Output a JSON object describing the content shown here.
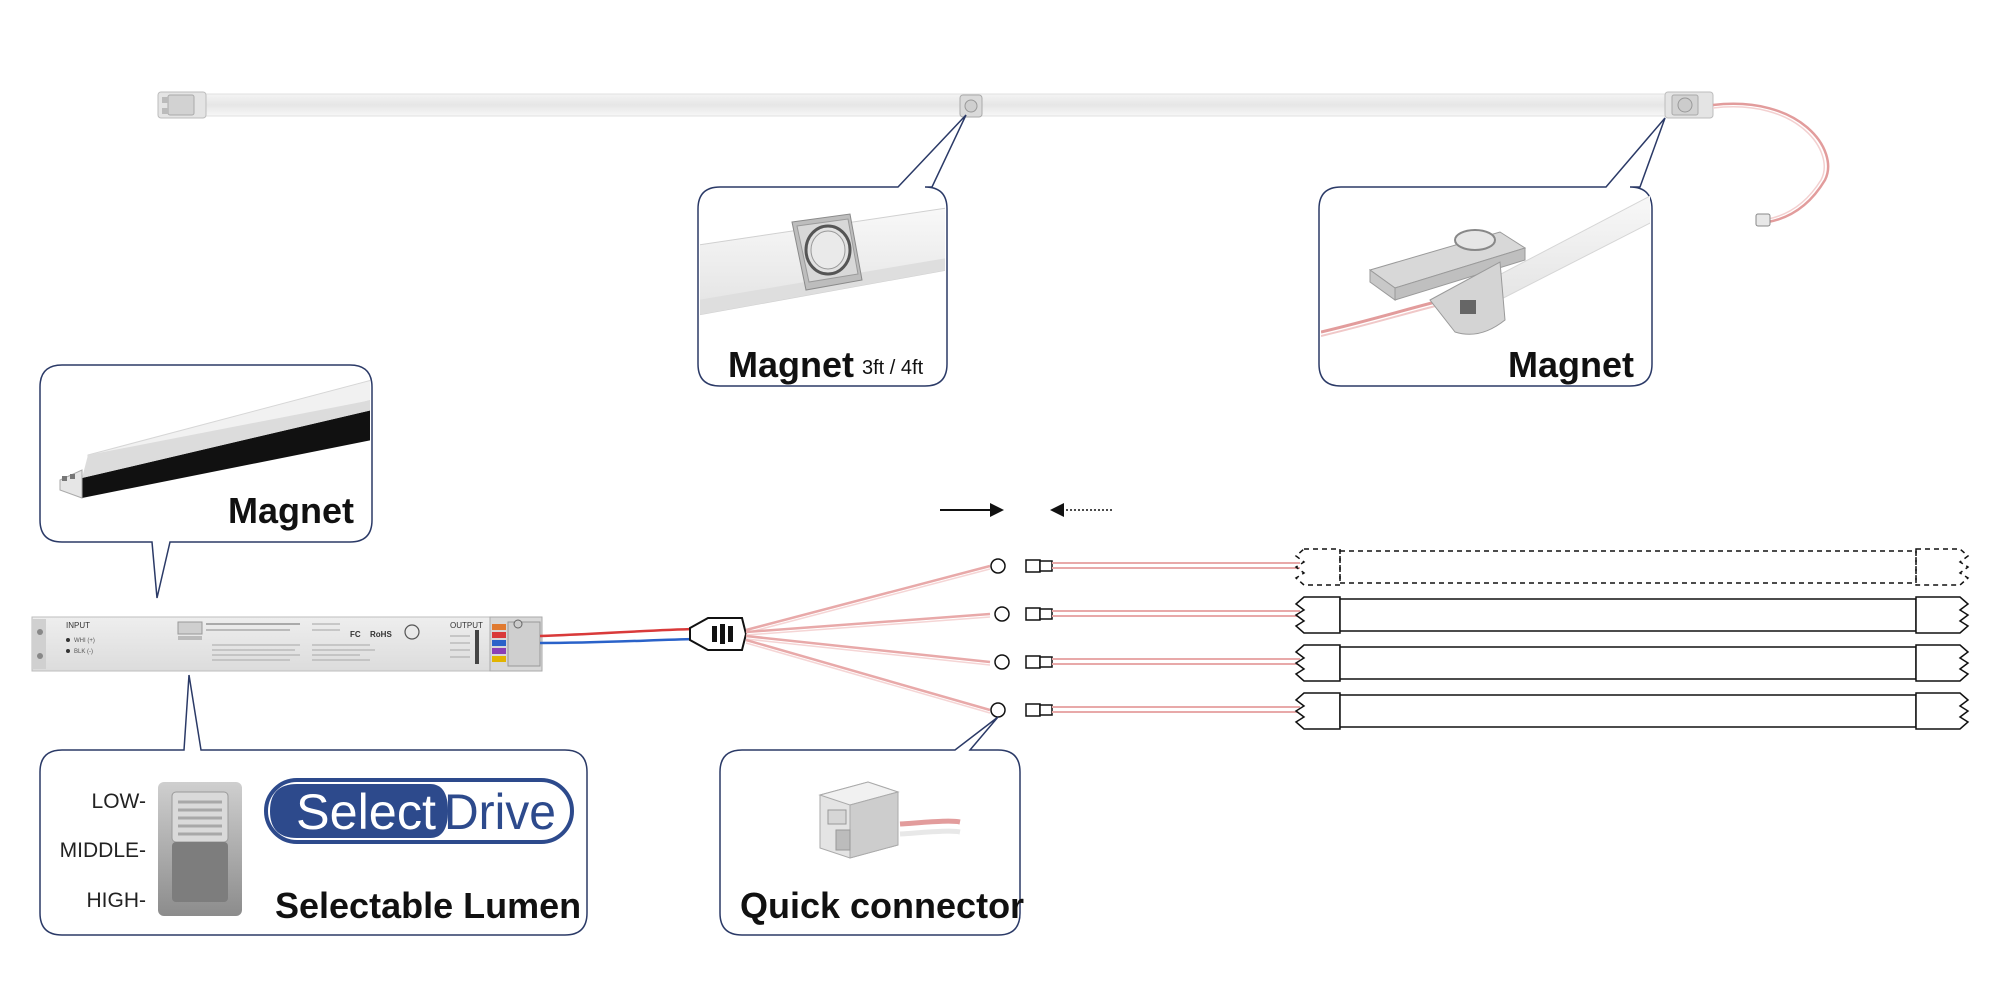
{
  "callouts": {
    "magnet_mid": {
      "label": "Magnet",
      "sublabel": "3ft / 4ft"
    },
    "magnet_end": {
      "label": "Magnet"
    },
    "magnet_driver": {
      "label": "Magnet"
    },
    "selectable": {
      "levels": [
        "LOW-",
        "MIDDLE-",
        "HIGH-"
      ],
      "logo_left": "Select",
      "logo_right": "Drive",
      "label": "Selectable Lumen"
    },
    "connector": {
      "label": "Quick connector"
    }
  },
  "driver": {
    "input_title": "INPUT",
    "input_line1": "WHI (+)",
    "input_line2": "BLK (-)",
    "output_title": "OUTPUT",
    "cert_fc": "FC",
    "cert_rohs": "RoHS"
  },
  "colors": {
    "callout_border": "#2b3a67",
    "logo_blue": "#2d4a8c",
    "wire_red": "#d93a3a",
    "wire_blue": "#2a62c9",
    "wire_pink": "#e8a9a9"
  },
  "icons": {
    "arrow_right": "arrow-right-icon",
    "arrow_left": "arrow-left-dotted-icon"
  }
}
